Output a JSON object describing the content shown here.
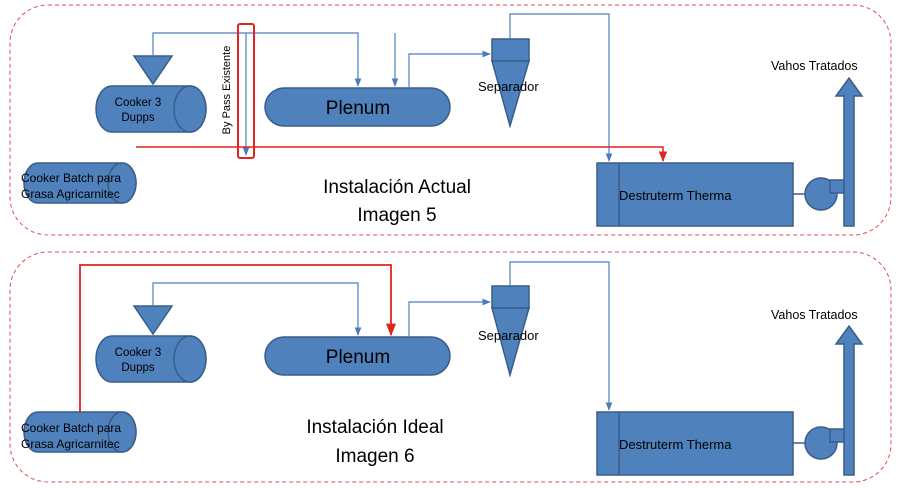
{
  "colors": {
    "fill": "#4f81bd",
    "stroke": "#385d8a",
    "line": "#4a7ebb",
    "red": "#e32222",
    "dash": "#e05050",
    "label": "#000000"
  },
  "top": {
    "cooker3": [
      "Cooker 3",
      "Dupps"
    ],
    "plenum": "Plenum",
    "separator": "Separador",
    "batch": [
      "Cooker Batch para",
      "Grasa Agricarnitec"
    ],
    "destruterm": "Destruterm Therma",
    "vahos": "Vahos Tratados",
    "bypass": "By Pass Existente",
    "caption": [
      "Instalación Actual",
      "Imagen 5"
    ]
  },
  "bottom": {
    "cooker3": [
      "Cooker 3",
      "Dupps"
    ],
    "plenum": "Plenum",
    "separator": "Separador",
    "batch": [
      "Cooker Batch para",
      "Grasa Agricarnitec"
    ],
    "destruterm": "Destruterm Therma",
    "vahos": "Vahos Tratados",
    "caption": [
      "Instalación Ideal",
      "Imagen 6"
    ]
  }
}
